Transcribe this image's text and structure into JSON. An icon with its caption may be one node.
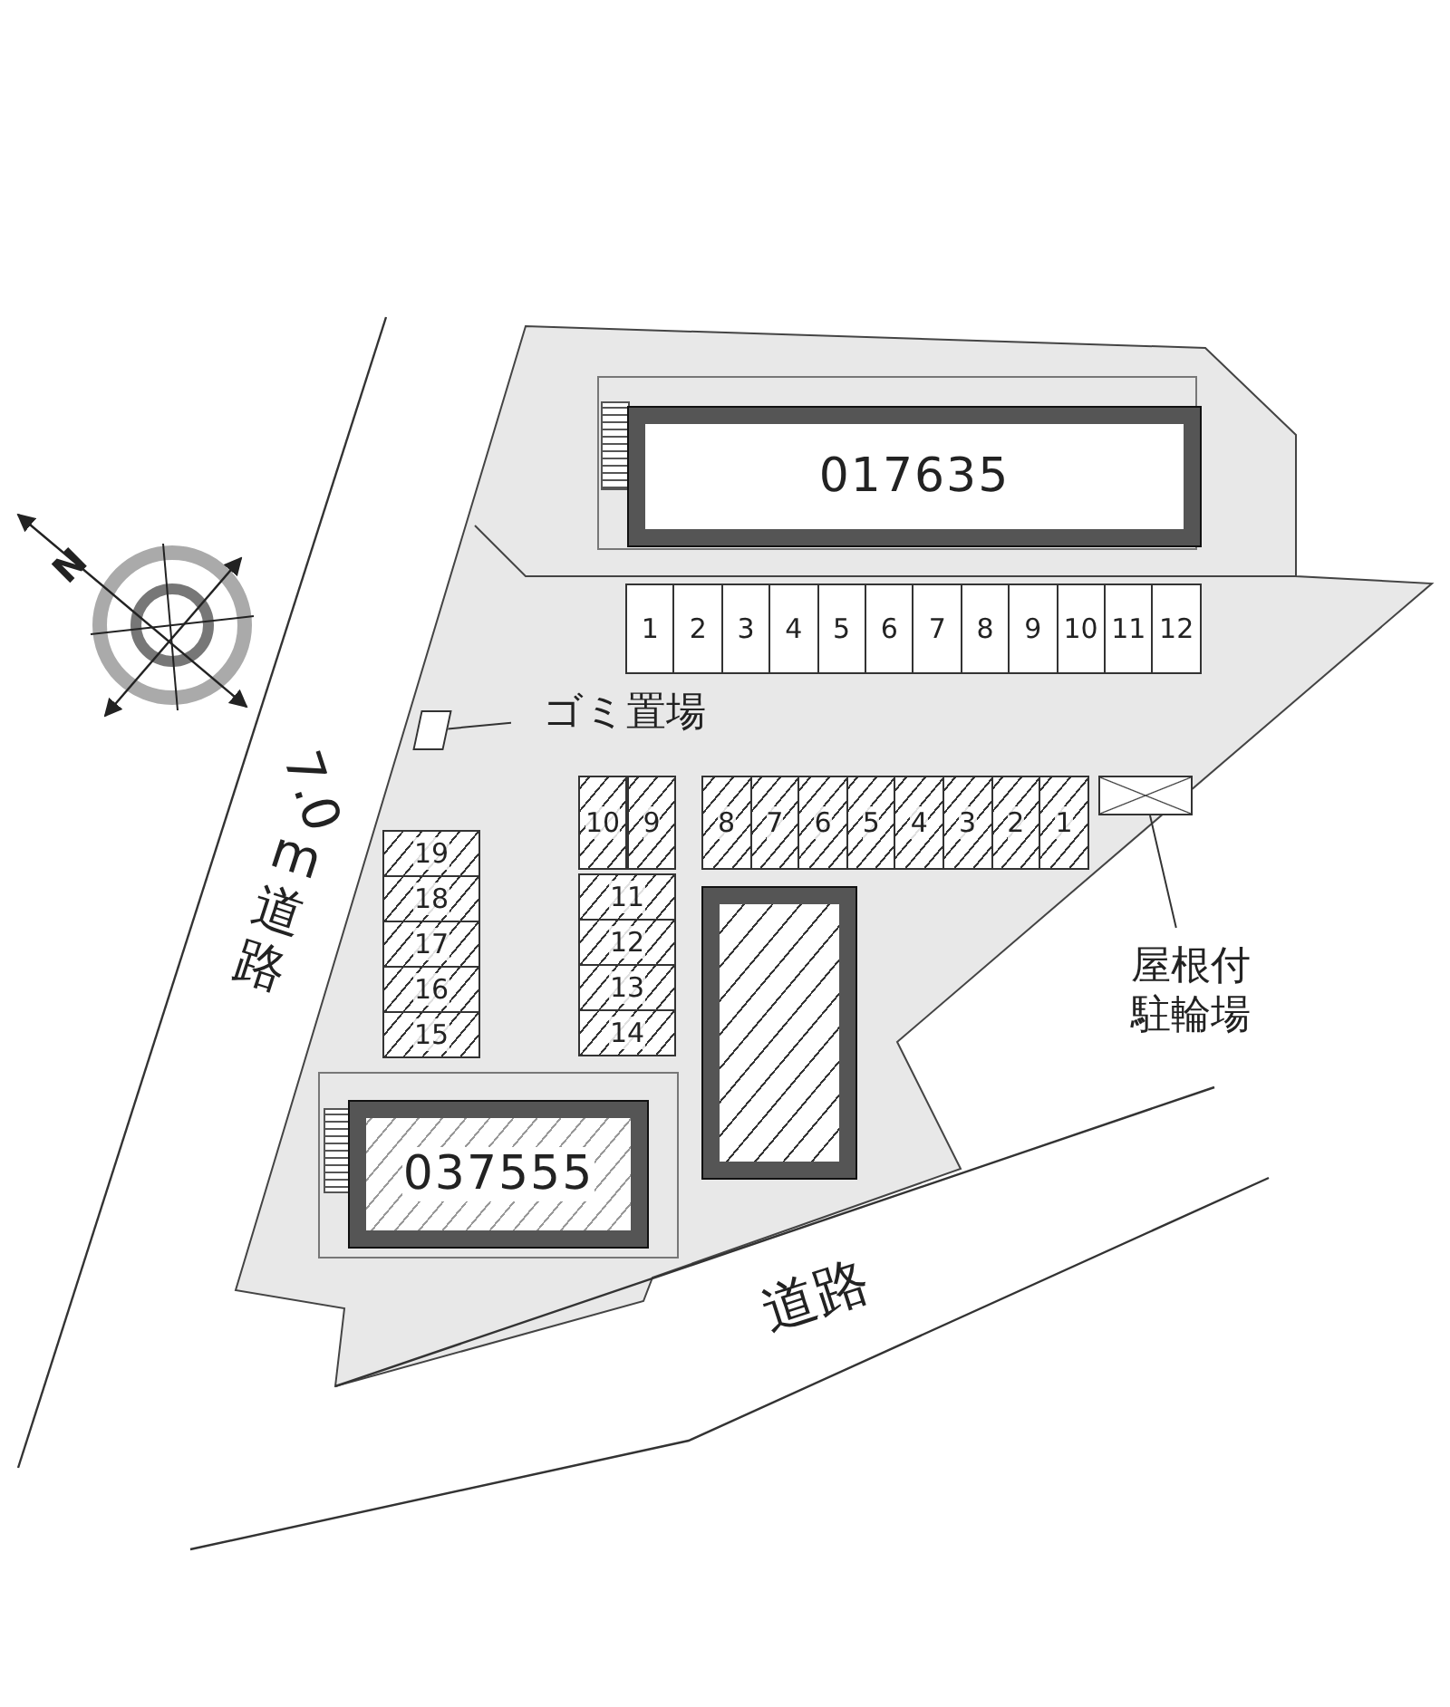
{
  "diagram": {
    "nodes": [
      {
        "text": [
          "017635"
        ]
      },
      {
        "text": [
          "1"
        ]
      },
      {
        "text": [
          "2"
        ]
      },
      {
        "text": [
          "3"
        ]
      },
      {
        "text": [
          "4"
        ]
      },
      {
        "text": [
          "5"
        ]
      },
      {
        "text": [
          "6"
        ]
      },
      {
        "text": [
          "7"
        ]
      },
      {
        "text": [
          "8"
        ]
      },
      {
        "text": [
          "9"
        ]
      },
      {
        "text": [
          "10"
        ]
      },
      {
        "text": [
          "11"
        ]
      },
      {
        "text": [
          "12"
        ]
      },
      {
        "text": [
          "ゴミ置場"
        ]
      },
      {
        "text": [],
        "shape": "box"
      },
      {
        "text": [
          "10"
        ]
      },
      {
        "text": [
          "9"
        ]
      },
      {
        "text": [
          "8"
        ]
      },
      {
        "text": [
          "7"
        ]
      },
      {
        "text": [
          "6"
        ]
      },
      {
        "text": [
          "5"
        ]
      },
      {
        "text": [
          "4"
        ]
      },
      {
        "text": [
          "3"
        ]
      },
      {
        "text": [
          "2"
        ]
      },
      {
        "text": [
          "1"
        ]
      },
      {
        "text": [],
        "shape": "box"
      },
      {
        "text": [
          "19"
        ]
      },
      {
        "text": [
          "18"
        ]
      },
      {
        "text": [
          "17"
        ]
      },
      {
        "text": [
          "16"
        ]
      },
      {
        "text": [
          "15"
        ]
      },
      {
        "text": [
          "11"
        ]
      },
      {
        "text": [
          "12"
        ]
      },
      {
        "text": [
          "13"
        ]
      },
      {
        "text": [
          "14"
        ]
      },
      {
        "text": [],
        "shape": "box"
      },
      {
        "text": [
          "屋根付駐輪場"
        ]
      },
      {
        "text": [
          "037555"
        ]
      }
    ],
    "edges": [
      {
        "from": 13,
        "to": 14,
        "arrow": "none"
      },
      {
        "from": 36,
        "to": 25,
        "arrow": "none"
      }
    ],
    "labels": [
      "N",
      "7.0",
      "m道路",
      "道路"
    ]
  }
}
